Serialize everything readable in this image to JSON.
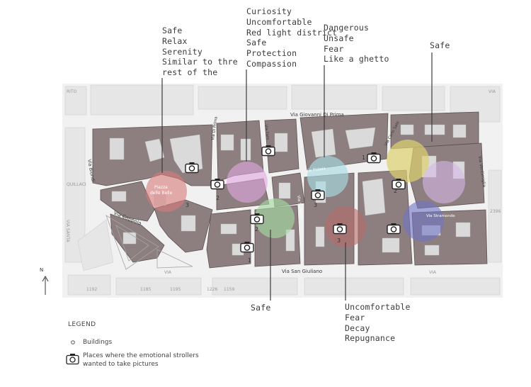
{
  "labels": {
    "cluster_west": [
      "Safe",
      "Relax",
      "Serenity",
      "Similar to thre",
      "rest of the"
    ],
    "cluster_center": [
      "Curiosity",
      "Uncomfortable",
      "Red light district",
      "Safe",
      "Protection",
      "Compassion"
    ],
    "cluster_dangerous": [
      "Dangerous",
      "Unsafe",
      "Fear",
      "Like a ghetto"
    ],
    "cluster_east": [
      "Safe"
    ],
    "cluster_bottom_safe": [
      "Safe"
    ],
    "cluster_bottom_uncomfortable": [
      "Uncomfortable",
      "Fear",
      "Decay",
      "Repugnance"
    ]
  },
  "streets": {
    "giovanni": "Via Giovanni Di Prima",
    "biondi": "Via Biondi",
    "coppola": "Via Coppola",
    "san_giuliano": "Via San Giuliano",
    "piazza_1": "Piazza",
    "piazza_2": "delle Belle",
    "pistoia": "Via Pistoia",
    "ventimiglia": "Via Ventimiglia",
    "stramonde": "Via Stramonde",
    "nicosia": "Via Nicosia",
    "carlo_sale": "Via Carlo Sale",
    "di_prima_v": "Via Di Prima",
    "faro": "Via Faro",
    "pietro": "Via S. Pietro"
  },
  "numbers": {
    "n1": "1",
    "n2": "2",
    "n3": "3",
    "n3b": "3",
    "n3c": "3",
    "n2b": "2",
    "n1b": "1",
    "n1c": "1",
    "n2c": "2"
  },
  "background_texts": {
    "rito": "RITO",
    "via_a": "VIA",
    "via_b": "VIA",
    "via_c": "VIA",
    "quillaci": "QUILLACI",
    "santa": "VIA SANTA",
    "p1": "1192",
    "p2": "1185",
    "p3": "1195",
    "p4": "2396",
    "p5": "1226",
    "p6": "1159"
  },
  "legend": {
    "title": "LEGEND",
    "buildings": "Buildings",
    "camera": "Places where the emotional strollers",
    "camera_2": "wanted to take pictures"
  },
  "north": "N",
  "colors": {
    "block": "#8d7f7f",
    "block_outline": "#5d5252",
    "courtyard": "#d8d8d8",
    "red": "#d97a7a",
    "pink": "#e3a9e3",
    "green": "#a5d9a2",
    "cyan": "#a8dce2",
    "maroon": "#b86a6a",
    "yellow": "#ddd26e",
    "lavender": "#d7b8e6",
    "blue": "#6f74c4"
  }
}
